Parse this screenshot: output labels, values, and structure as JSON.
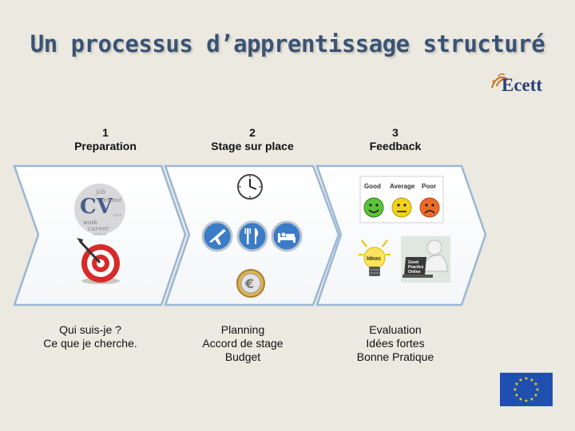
{
  "title": "Un processus d’apprentissage structuré",
  "logo": {
    "text": "Ecett"
  },
  "steps": [
    {
      "number": "1",
      "name": "Preparation",
      "caption_lines": [
        "Qui suis-je ?",
        "Ce que je cherche."
      ]
    },
    {
      "number": "2",
      "name": "Stage sur place",
      "caption_lines": [
        "Planning",
        "Accord de stage",
        "Budget"
      ]
    },
    {
      "number": "3",
      "name": "Feedback",
      "caption_lines": [
        "Evaluation",
        "Idées fortes",
        "Bonne Pratique"
      ]
    }
  ],
  "cv_word_cloud": {
    "big": "CV",
    "words": [
      "job",
      "résumé",
      "work",
      "career",
      "search",
      "hire"
    ]
  },
  "rating_labels": [
    "Good",
    "Average",
    "Poor"
  ],
  "idea_bulb_label": "Ideas",
  "laptop_screen_lines": [
    "Good",
    "Practice",
    "Online"
  ],
  "colors": {
    "title": "#3a5374",
    "chevron_border": "#9ab7d6",
    "accent_red": "#d62b2b",
    "eu_blue": "#1f4fb0",
    "eu_star": "#ffdd00"
  },
  "icons": [
    "cv-word-cloud-icon",
    "dart-target-icon",
    "clock-icon",
    "airplane-icon",
    "fork-knife-icon",
    "bed-icon",
    "euro-coin-icon",
    "rating-faces-icon",
    "lightbulb-icon",
    "person-laptop-icon",
    "eu-flag-icon"
  ]
}
